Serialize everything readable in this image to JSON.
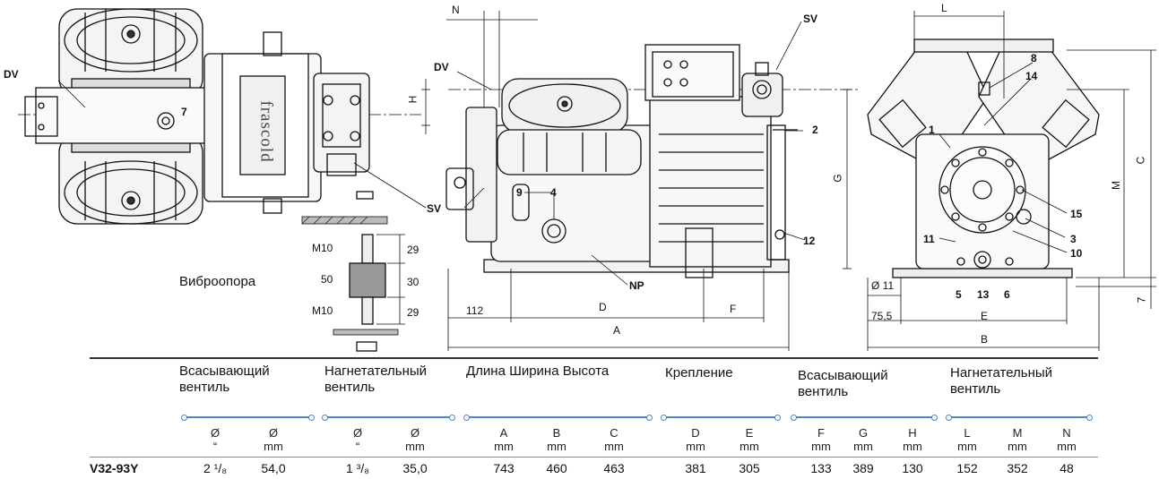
{
  "labels": {
    "dv_left": "DV",
    "sv_left": "SV",
    "seven_top": "7",
    "dv_mid": "DV",
    "sv_top": "SV",
    "nine": "9",
    "four": "4",
    "np": "NP",
    "two": "2",
    "twelve": "12",
    "eight": "8",
    "fourteen": "14",
    "one": "1",
    "fifteen": "15",
    "three": "3",
    "eleven": "11",
    "ten": "10",
    "five": "5",
    "thirteen": "13",
    "six": "6",
    "brand": "frascold"
  },
  "dims": {
    "N": "N",
    "H": "H",
    "G": "G",
    "L": "L",
    "C": "C",
    "M": "M",
    "d112": "112",
    "D": "D",
    "F": "F",
    "A": "A",
    "phi11": "Ø 11",
    "d75": "75,5",
    "E": "E",
    "B": "B",
    "seven": "7",
    "m10a": "M10",
    "m10b": "M10",
    "d50": "50",
    "d29a": "29",
    "d30": "30",
    "d29b": "29"
  },
  "vibro_label": "Виброопора",
  "table": {
    "groups": [
      {
        "line1": "Всасывающий",
        "line2": "вентиль"
      },
      {
        "line1": "Нагнетательный",
        "line2": "вентиль"
      },
      {
        "line1": "Длина Ширина Высота",
        "line2": ""
      },
      {
        "line1": "Крепление",
        "line2": ""
      },
      {
        "line1": "Всасывающий",
        "line2": "вентиль"
      },
      {
        "line1": "Нагнетательный",
        "line2": "вентиль"
      }
    ],
    "columns": [
      {
        "top": "Ø",
        "unit": "“"
      },
      {
        "top": "Ø",
        "unit": "mm"
      },
      {
        "top": "Ø",
        "unit": "“"
      },
      {
        "top": "Ø",
        "unit": "mm"
      },
      {
        "top": "A",
        "unit": "mm"
      },
      {
        "top": "B",
        "unit": "mm"
      },
      {
        "top": "C",
        "unit": "mm"
      },
      {
        "top": "D",
        "unit": "mm"
      },
      {
        "top": "E",
        "unit": "mm"
      },
      {
        "top": "F",
        "unit": "mm"
      },
      {
        "top": "G",
        "unit": "mm"
      },
      {
        "top": "H",
        "unit": "mm"
      },
      {
        "top": "L",
        "unit": "mm"
      },
      {
        "top": "M",
        "unit": "mm"
      },
      {
        "top": "N",
        "unit": "mm"
      }
    ],
    "row": {
      "model": "V32-93Y",
      "values": [
        "2 ¹/₈",
        "54,0",
        "1 ³/₈",
        "35,0",
        "743",
        "460",
        "463",
        "381",
        "305",
        "133",
        "389",
        "130",
        "152",
        "352",
        "48"
      ]
    }
  }
}
